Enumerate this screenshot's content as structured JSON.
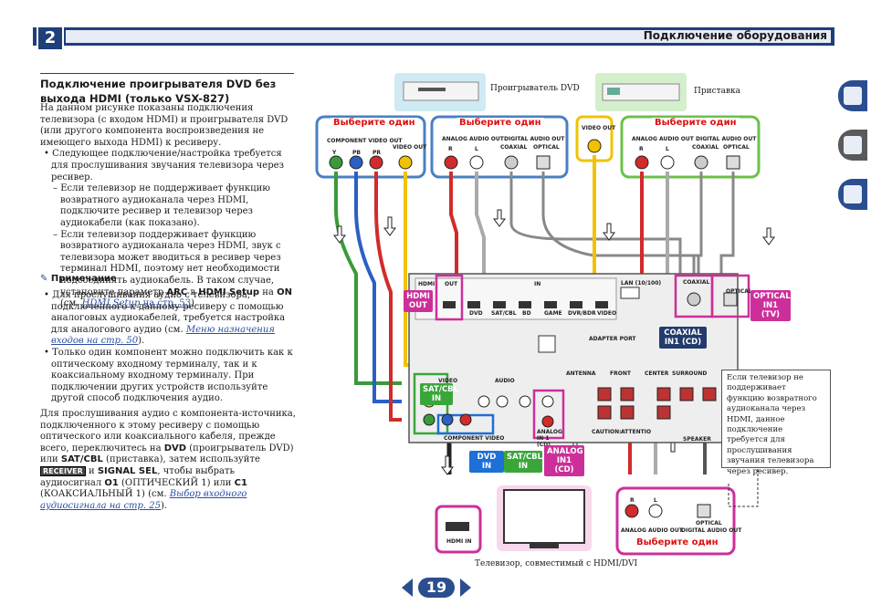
{
  "header": {
    "chapter": "2",
    "title": "Подключение оборудования"
  },
  "section": {
    "title": "Подключение проигрывателя DVD без выхода HDMI (только VSX-827)"
  },
  "body": {
    "intro": "На данном рисунке показаны подключения телевизора (с входом HDMI) и проигрывателя DVD (или другого компонента воспроизведения не имеющего выхода HDMI) к ресиверу.",
    "bullet1": "Следующее подключение/настройка требуется для прослушивания звучания телевизора через ресивер.",
    "dash1": "Если телевизор не поддерживает функцию возвратного аудиоканала через HDMI, подключите ресивер и телевизор через аудиокабели (как показано).",
    "dash2_a": "Если телевизор поддерживает функцию возвратного аудиоканала через HDMI, звук с телевизора может вводиться в ресивер через терминал HDMI, поэтому нет необходимости подсоединять аудиокабель. В таком случае, установите параметр",
    "dash2_arc": "ARC",
    "dash2_in": "в",
    "dash2_setup": "HDMI Setup",
    "dash2_na": "на",
    "dash2_on": "ON",
    "dash2_see": "(см.",
    "dash2_link": "HDMI Setup",
    "dash2_page": "на стр. 53",
    "dash2_end": ")."
  },
  "note": {
    "heading": "Примечание",
    "n1_a": "Для прослушивания аудио с телевизора, подключенного к данному ресиверу с помощью аналоговых аудиокабелей, требуется настройка для аналогового аудио (см.",
    "n1_link": "Меню назначения входов на стр. 50",
    "n1_end": ").",
    "n2": "Только один компонент можно подключить как к оптическому входному терминалу, так и к коаксиальному входному терминалу. При подключении других устройств используйте другой способ подключения аудио.",
    "p3_a": "Для прослушивания аудио с компонента-источника, подключенного к этому ресиверу с помощью оптического или коаксиального кабеля, прежде всего, переключитесь на",
    "p3_dvd": "DVD",
    "p3_b": "(проигрыватель DVD) или",
    "p3_sat": "SAT/CBL",
    "p3_c": "(приставка), затем используйте",
    "p3_badge": "RECEIVER",
    "p3_d": "и",
    "p3_sig": "SIGNAL SEL",
    "p3_e": ", чтобы выбрать аудиосигнал",
    "p3_o1": "O1",
    "p3_f": "(ОПТИЧЕСКИЙ 1) или",
    "p3_c1": "C1",
    "p3_g": "(КОАКСИАЛЬНЫЙ 1) (см.",
    "p3_link": "Выбор входного аудиосигнала на стр. 25",
    "p3_end": ")."
  },
  "diagram": {
    "dvd_label": "Проигрыватель DVD",
    "stb_label": "Приставка",
    "select_one": "Выберите один",
    "component_video_out": "COMPONENT VIDEO OUT",
    "video_out": "VIDEO OUT",
    "analog_audio_out": "ANALOG AUDIO OUT",
    "digital_audio_out": "DIGITAL AUDIO OUT",
    "coaxial": "COAXIAL",
    "optical": "OPTICAL",
    "y": "Y",
    "pb": "PB",
    "pr": "PR",
    "r": "R",
    "l": "L",
    "hdmi_out_chip": "HDMI OUT",
    "sat_cbl_in": "SAT/CBL IN",
    "dvd_in": "DVD IN",
    "sat_cbl_in2": "SAT/CBL IN",
    "analog_in1": "ANALOG IN1 (CD)",
    "coaxial_in1": "COAXIAL IN1 (CD)",
    "optical_in1": "OPTICAL IN1 (TV)",
    "panel_hdmi": "HDMI",
    "panel_out": "OUT",
    "panel_in": "IN",
    "panel_dvd": "DVD",
    "panel_sat": "SAT/CBL",
    "panel_bd": "BD",
    "panel_game": "GAME",
    "panel_dvr": "DVR/BDR",
    "panel_video": "VIDEO",
    "panel_lan": "LAN (10/100)",
    "panel_adapter": "ADAPTER PORT",
    "panel_antenna": "ANTENNA",
    "panel_front": "FRONT",
    "panel_center": "CENTER",
    "panel_surround": "SURROUND",
    "panel_speaker": "SPEAKER",
    "panel_caution": "CAUTION:",
    "panel_attention": "ATTENTIO",
    "panel_component_video": "COMPONENT VIDEO",
    "panel_video_in": "VIDEO",
    "panel_audio": "AUDIO",
    "panel_analog": "ANALOG IN 1 (CD)",
    "hdmi_in": "HDMI IN",
    "tv_analog_audio_out": "ANALOG AUDIO OUT",
    "tv_digital_audio_out": "DIGITAL AUDIO OUT",
    "tv_caption": "Телевизор, совместимый с HDMI/DVI",
    "note_box": "Если телевизор не поддерживает функцию возвратного аудиоканала через HDMI, данное подключение требуется для прослушивания звучания телевизора через ресивер."
  },
  "footer": {
    "page": "19"
  },
  "colors": {
    "brand": "#1f3f7a",
    "blue_box": "#4a7fc1",
    "green_box": "#6cc04a",
    "yellow_box": "#f2c200",
    "mag_box": "#cc2f9a"
  }
}
